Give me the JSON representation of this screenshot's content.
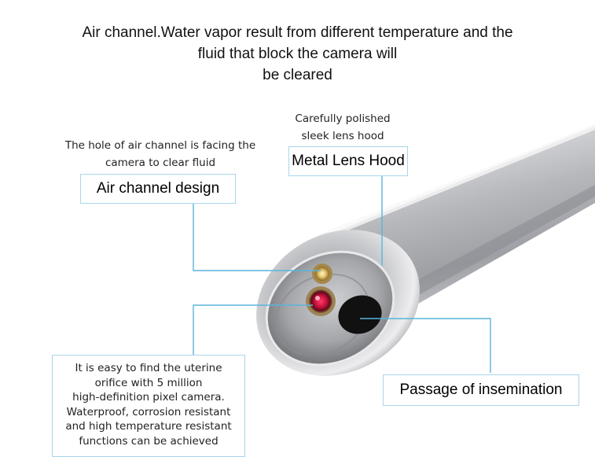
{
  "headline": {
    "line1": "Air channel.Water vapor result from different temperature and the",
    "line2": "fluid that block the camera will",
    "line3": "be cleared"
  },
  "callouts": {
    "lens_hood": {
      "note_line1": "Carefully polished",
      "note_line2": "sleek lens hood",
      "label": "Metal Lens Hood"
    },
    "air_channel": {
      "note_line1": "The hole of air channel is facing the",
      "note_line2": "camera to clear fluid",
      "label": "Air channel design"
    },
    "insemination": {
      "label": "Passage of insemination"
    },
    "camera": {
      "lines": [
        "It is easy to find the uterine",
        "orifice with 5 million",
        "high-definition pixel camera.",
        "Waterproof, corrosion resistant",
        "and high temperature resistant",
        "functions can be achieved"
      ]
    }
  },
  "colors": {
    "leader_line": "#5ab4dc",
    "box_border": "#a9d6ea"
  }
}
